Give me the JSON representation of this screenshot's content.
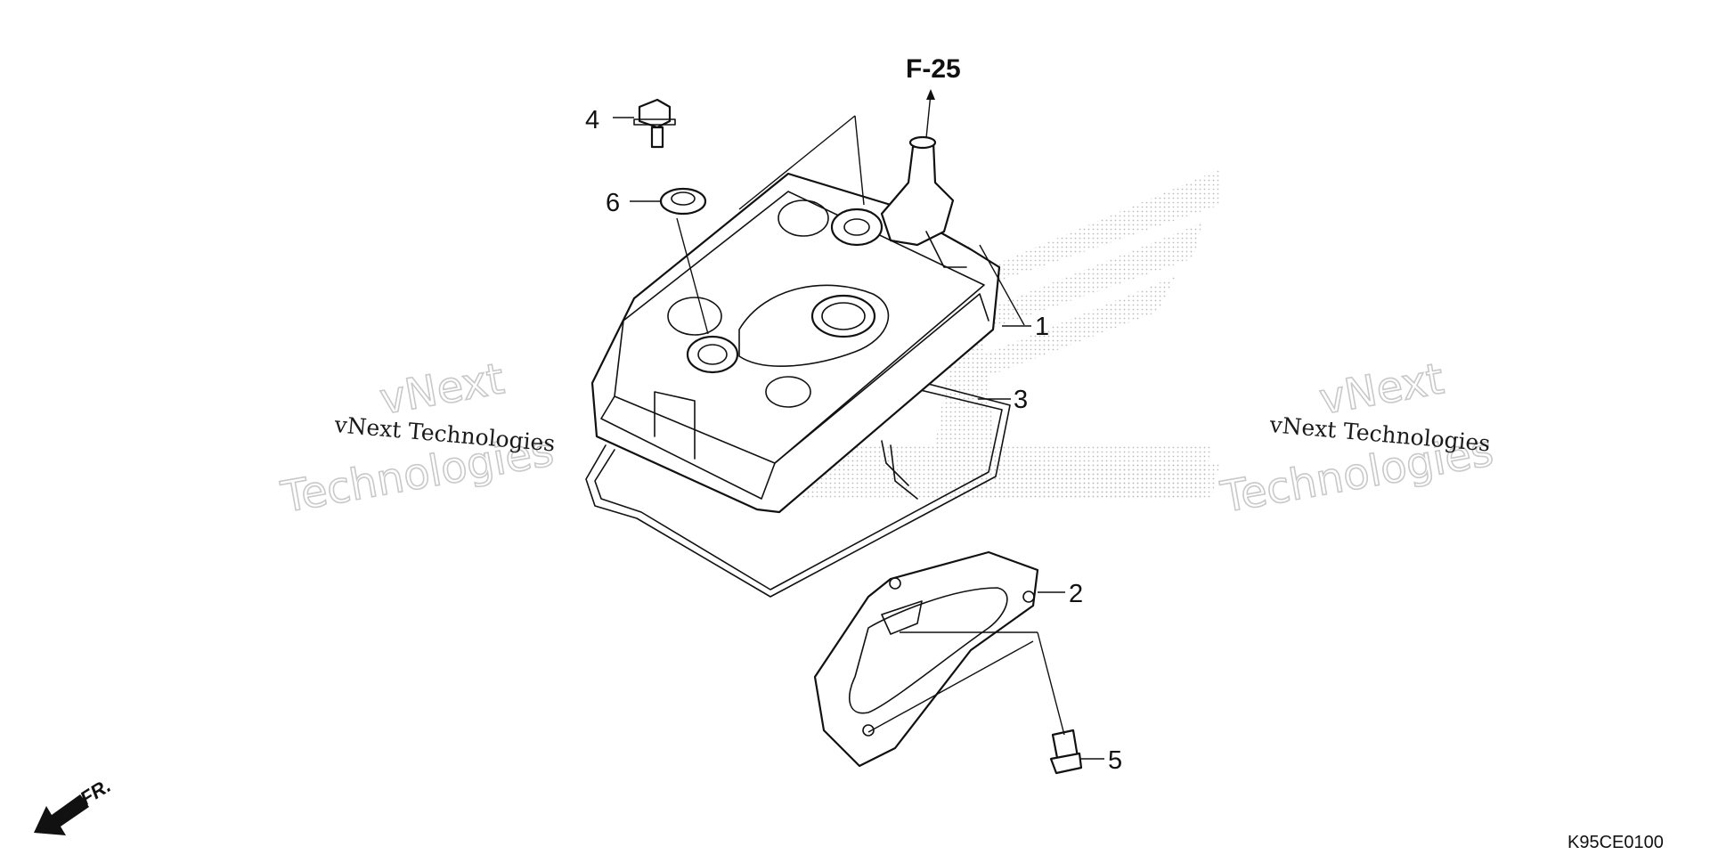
{
  "diagram": {
    "ref_label": "F-25",
    "drawing_code": "K95CE0100",
    "front_marker": "FR.",
    "callouts": {
      "part1": "1",
      "part2": "2",
      "part3": "3",
      "part4": "4",
      "part5": "5",
      "part6": "6"
    },
    "parts": {
      "part1": "cylinder head cover",
      "part2": "breather plate",
      "part3": "head cover gasket",
      "part4": "flange bolt",
      "part5": "screw",
      "part6": "rubber seal"
    }
  },
  "watermarks": {
    "line1": "vNext",
    "line2": "Technologies",
    "caption": "vNext Technologies"
  },
  "colors": {
    "line": "#111111",
    "watermark_outline": "#c9c9c9",
    "logo_dots": "#bdbdbd"
  }
}
